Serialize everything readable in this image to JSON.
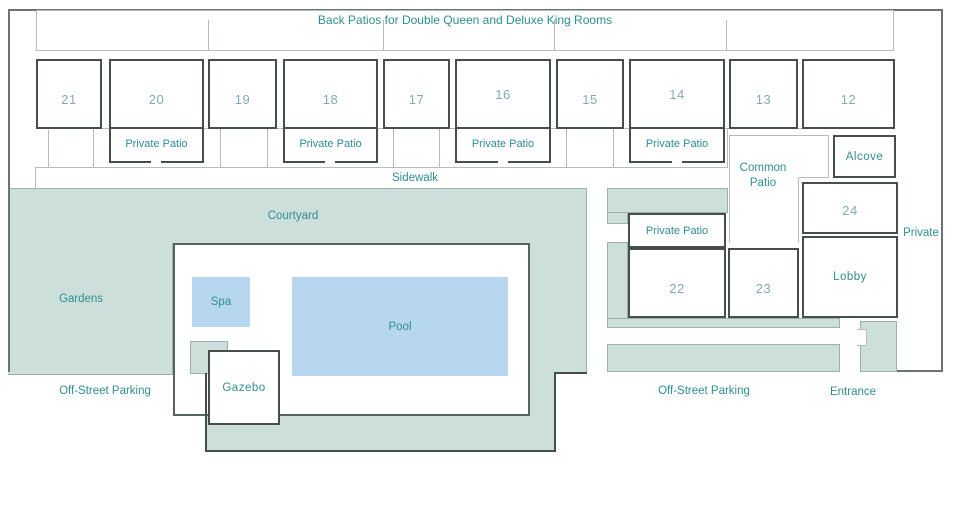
{
  "banner": {
    "text": "Back Patios for Double Queen and Deluxe King Rooms"
  },
  "rooms": {
    "r12": "12",
    "r13": "13",
    "r14": "14",
    "r15": "15",
    "r16": "16",
    "r17": "17",
    "r18": "18",
    "r19": "19",
    "r20": "20",
    "r21": "21",
    "r22": "22",
    "r23": "23",
    "r24": "24"
  },
  "labels": {
    "private_patio": "Private Patio",
    "common_patio": "Common Patio",
    "alcove": "Alcove",
    "lobby": "Lobby",
    "private": "Private",
    "sidewalk": "Sidewalk",
    "courtyard": "Courtyard",
    "gardens": "Gardens",
    "spa": "Spa",
    "pool": "Pool",
    "gazebo": "Gazebo",
    "off_street_parking": "Off-Street Parking",
    "entrance": "Entrance"
  },
  "colors": {
    "teal_fill": "#cddfdb",
    "blue_fill": "#b6d7ef",
    "teal_text": "#2f8e91",
    "number_text": "#84abb1",
    "border_dark": "#474f4d",
    "border_mid": "#566360",
    "line_light": "#b6bcba",
    "line_mid": "#9fb0ac",
    "outer_border": "#6e7370"
  }
}
